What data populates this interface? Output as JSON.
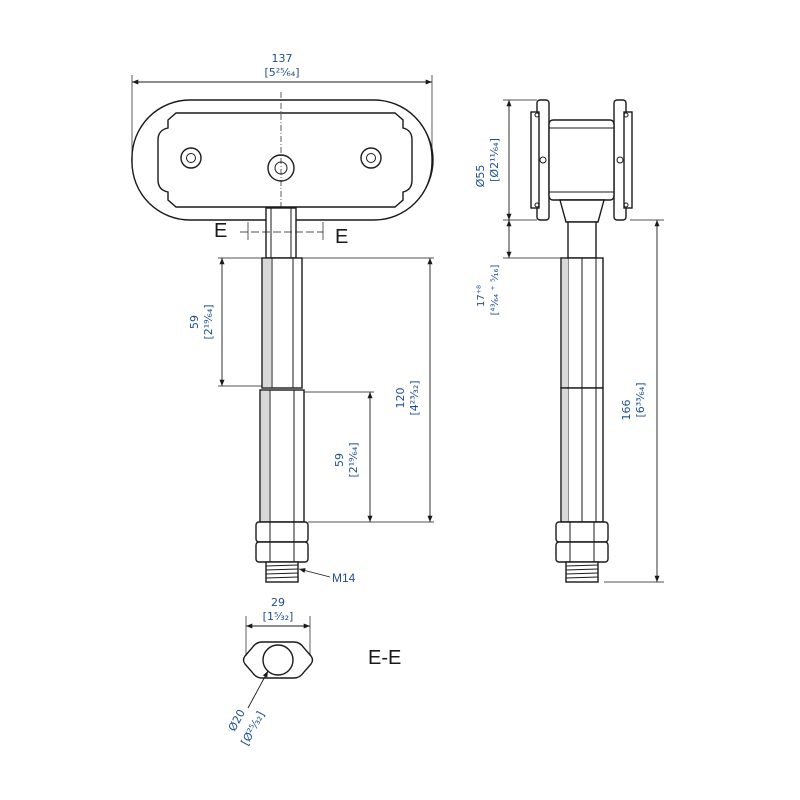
{
  "front_view": {
    "width_mm": "137",
    "width_in": "[5²⁵⁄₆₄]",
    "upper_hex_mm": "59",
    "upper_hex_in": "[2¹⁹⁄₆₄]",
    "lower_hex_mm": "59",
    "lower_hex_in": "[2¹⁹⁄₆₄]",
    "stem_length_mm": "120",
    "stem_length_in": "[4²³⁄₃₂]",
    "thread_label": "M14",
    "section_mark_left": "E",
    "section_mark_right": "E"
  },
  "side_view": {
    "wheel_dia_mm": "Ø55",
    "wheel_dia_in": "[Ø2¹¹⁄₆₄]",
    "adjust_mm": "17⁺⁸",
    "adjust_in": "[⁴³⁄₆₄ ⁺ ⁵⁄₁₆]",
    "total_height_mm": "166",
    "total_height_in": "[6³³⁄₆₄]"
  },
  "section_view": {
    "title": "E-E",
    "width_mm": "29",
    "width_in": "[1⁵⁄₃₂]",
    "bore_mm": "Ø20",
    "bore_in": "[Ø²⁵⁄₃₂]"
  }
}
